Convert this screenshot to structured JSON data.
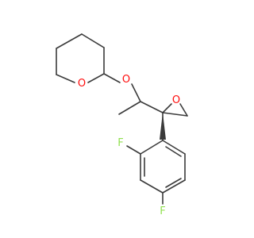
{
  "molecule": {
    "atom_labels": {
      "ring_oxygen": "O",
      "ether_oxygen": "O",
      "epoxide_oxygen": "O",
      "fluorine_ortho": "F",
      "fluorine_para": "F"
    },
    "colors": {
      "bond": "#3b3b3b",
      "oxygen": "#ff0d0d",
      "fluorine": "#90e050",
      "background": "#ffffff"
    }
  }
}
